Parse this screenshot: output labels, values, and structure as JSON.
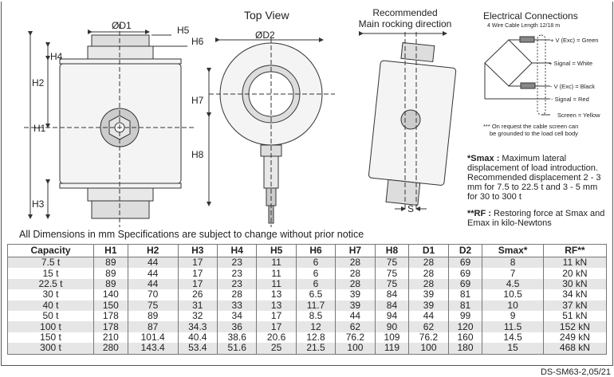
{
  "labels": {
    "top_view": "Top View",
    "rocking": [
      "Recommended",
      "Main rocking direction"
    ],
    "d1": "ØD1",
    "d2": "ØD2",
    "h1": "H1",
    "h2": "H2",
    "h3": "H3",
    "h4": "H4",
    "h5": "H5",
    "h6": "H6",
    "h7": "H7",
    "h8": "H8",
    "s": "S"
  },
  "electrical": {
    "title": "Electrical Connections",
    "subtitle": "4 Wire Cable Length 12/18 m",
    "wires": [
      "+ V (Exc) = Green",
      "+ Signal  = White",
      "- V (Exc) = Black",
      "- Signal  = Red",
      "Screen = Yellow"
    ],
    "note": [
      "*** On request the cable screen can",
      "be grounded to the load cell body"
    ]
  },
  "notes": {
    "smax_label": "*Smax :",
    "smax_text": " Maximum lateral displacement of load introduction. Recommended displacement 2 - 3 mm for 7.5 to 22.5 t and 3 - 5 mm for 30 to 300 t",
    "rf_label": "**RF :",
    "rf_text": " Restoring force at Smax and Emax in kilo-Newtons"
  },
  "dim_note": "All Dimensions in mm Specifications are subject to change without prior notice",
  "table": {
    "headers": [
      "Capacity",
      "H1",
      "H2",
      "H3",
      "H4",
      "H5",
      "H6",
      "H7",
      "H8",
      "D1",
      "D2",
      "Smax*",
      "RF**"
    ],
    "rows": [
      [
        "7.5 t",
        "89",
        "44",
        "17",
        "23",
        "11",
        "6",
        "28",
        "75",
        "28",
        "69",
        "8",
        "11 kN"
      ],
      [
        "15 t",
        "89",
        "44",
        "17",
        "23",
        "11",
        "6",
        "28",
        "75",
        "28",
        "69",
        "7",
        "20 kN"
      ],
      [
        "22.5 t",
        "89",
        "44",
        "17",
        "23",
        "11",
        "6",
        "28",
        "75",
        "28",
        "69",
        "4.5",
        "30 kN"
      ],
      [
        "30 t",
        "140",
        "70",
        "26",
        "28",
        "13",
        "6.5",
        "39",
        "84",
        "39",
        "81",
        "10.5",
        "34 kN"
      ],
      [
        "40 t",
        "150",
        "75",
        "31",
        "33",
        "13",
        "11.7",
        "39",
        "84",
        "39",
        "81",
        "10",
        "37 kN"
      ],
      [
        "50 t",
        "178",
        "89",
        "32",
        "34",
        "17",
        "8.5",
        "44",
        "94",
        "44",
        "99",
        "9",
        "51 kN"
      ],
      [
        "100 t",
        "178",
        "87",
        "34.3",
        "36",
        "17",
        "12",
        "62",
        "90",
        "62",
        "120",
        "11.5",
        "152 kN"
      ],
      [
        "150 t",
        "210",
        "101.4",
        "40.4",
        "38.6",
        "20.6",
        "12.8",
        "76.2",
        "109",
        "76.2",
        "160",
        "14.5",
        "249 kN"
      ],
      [
        "300 t",
        "280",
        "143.4",
        "53.4",
        "51.6",
        "25",
        "21.5",
        "100",
        "119",
        "100",
        "180",
        "15",
        "468 kN"
      ]
    ]
  },
  "footer": "DS-SM63-2,05/21"
}
